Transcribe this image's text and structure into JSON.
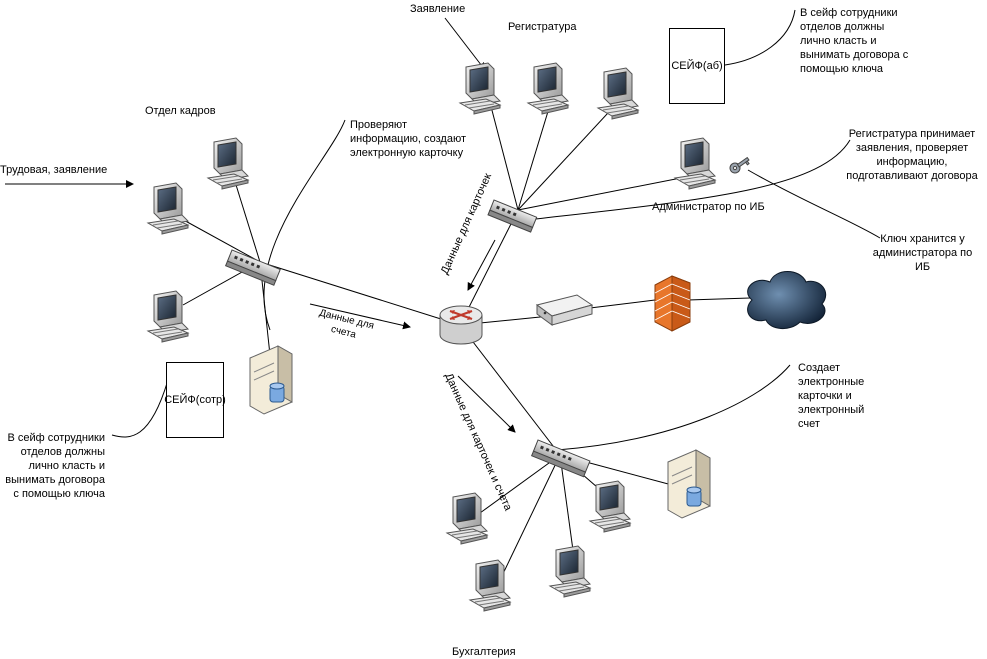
{
  "departments": {
    "hr": "Отдел кадров",
    "registry": "Регистратура",
    "accounting": "Бухгалтерия"
  },
  "admin_label": "Администратор по ИБ",
  "inputs": {
    "hr_input": "Трудовая, заявление",
    "registry_input": "Заявление"
  },
  "callouts": {
    "hr_note": "Проверяют информацию, создают электронную карточку",
    "registry_note": "Регистратура принимает заявления, проверяет информацию, подготавливают договора",
    "safe_note_top": "В сейф сотрудники отделов должны лично класть и вынимать договора с помощью ключа",
    "safe_note_left": "В сейф сотрудники отделов должны лично класть и вынимать договора с помощью ключа",
    "key_note": "Ключ хранится у администратора по ИБ",
    "accounting_note": "Создает электронные карточки и электронный счет"
  },
  "safes": {
    "registry_safe": "СЕЙФ(аб)",
    "hr_safe": "СЕЙФ(сотр)"
  },
  "flows": {
    "to_registry": "Данные для карточек",
    "hr_to_router": "Данные для счета",
    "to_accounting": "Данные для карточек и счета"
  },
  "colors": {
    "line": "#000000",
    "firewall": "#e8762b",
    "cloud": "#1f3a5a",
    "router_accent": "#c0392b"
  }
}
